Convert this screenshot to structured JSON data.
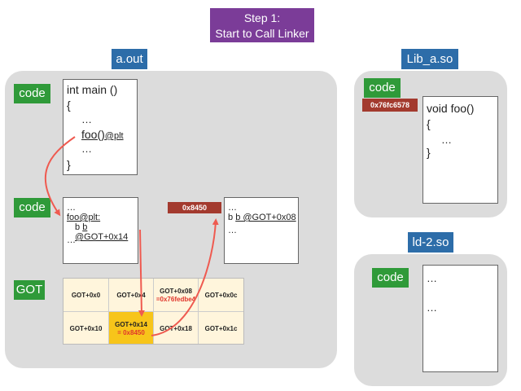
{
  "title": {
    "line1": "Step 1:",
    "line2": "Start to Call Linker"
  },
  "aout": {
    "label": "a.out",
    "code1_tag": "code",
    "main_lines": [
      "int main ()",
      "{",
      "…",
      "foo()",
      "@plt",
      "…",
      "}"
    ],
    "code2_tag": "code",
    "plt_lines": [
      "…",
      "foo@plt:",
      "b @GOT+0x14",
      "…"
    ],
    "stub_addr": "0x8450",
    "stub_lines": [
      "…",
      "b @GOT+0x08",
      "…"
    ],
    "got_tag": "GOT",
    "got_cells": [
      {
        "name": "GOT+0x0",
        "value": ""
      },
      {
        "name": "GOT+0x4",
        "value": ""
      },
      {
        "name": "GOT+0x08",
        "value": "=0x76fedbe4"
      },
      {
        "name": "GOT+0x0c",
        "value": ""
      },
      {
        "name": "GOT+0x10",
        "value": ""
      },
      {
        "name": "GOT+0x14",
        "value": "= 0x8450"
      },
      {
        "name": "GOT+0x18",
        "value": ""
      },
      {
        "name": "GOT+0x1c",
        "value": ""
      }
    ]
  },
  "liba": {
    "label": "Lib_a.so",
    "code_tag": "code",
    "addr": "0x76fc6578",
    "lines": [
      "void foo()",
      "{",
      "…",
      "}"
    ]
  },
  "ld": {
    "label": "ld-2.so",
    "code_tag": "code",
    "lines": [
      "…",
      "…"
    ]
  },
  "colors": {
    "arrow": "#ef5a50",
    "highlight": "#f7c51a"
  }
}
